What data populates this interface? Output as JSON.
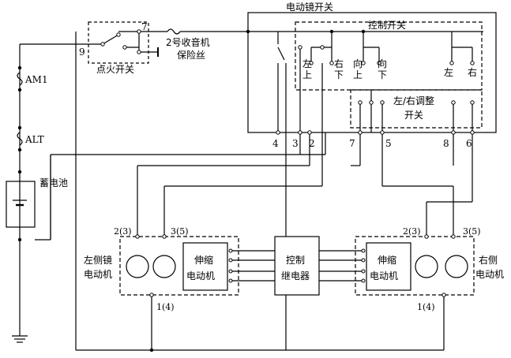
{
  "title": "电动镜开关",
  "ignition": {
    "name": "点火开关",
    "pin9": "9",
    "pin7": "7"
  },
  "fuse_radio": {
    "line1": "2号收音机",
    "line2": "保险丝"
  },
  "fuse_am1": "AM1",
  "fuse_alt": "ALT",
  "battery": "蓄电池",
  "control_switch": {
    "name": "控制开关",
    "pos_left": "左",
    "pos_up1": "上",
    "pos_right": "右",
    "pos_down1": "下",
    "pos_dir1": "向",
    "pos_up2": "上",
    "pos_dir2": "向",
    "pos_down2": "下",
    "pos_left2": "左",
    "pos_right2": "右"
  },
  "adjust_switch": {
    "line1": "左/右调整",
    "line2": "开关"
  },
  "terminals": [
    "4",
    "3",
    "2",
    "7",
    "5",
    "8",
    "6"
  ],
  "left_motor": {
    "line1": "左侧镜",
    "line2": "电动机",
    "pin_a": "2(3)",
    "pin_b": "3(5)",
    "pin_gnd": "1(4)"
  },
  "right_motor": {
    "line1": "右侧",
    "line2": "电动机",
    "pin_a": "2(3)",
    "pin_b": "3(5)",
    "pin_gnd": "1(4)"
  },
  "retract_left": {
    "line1": "伸缩",
    "line2": "电动机"
  },
  "retract_right": {
    "line1": "伸缩",
    "line2": "电动机"
  },
  "relay": {
    "line1": "控制",
    "line2": "继电器"
  }
}
